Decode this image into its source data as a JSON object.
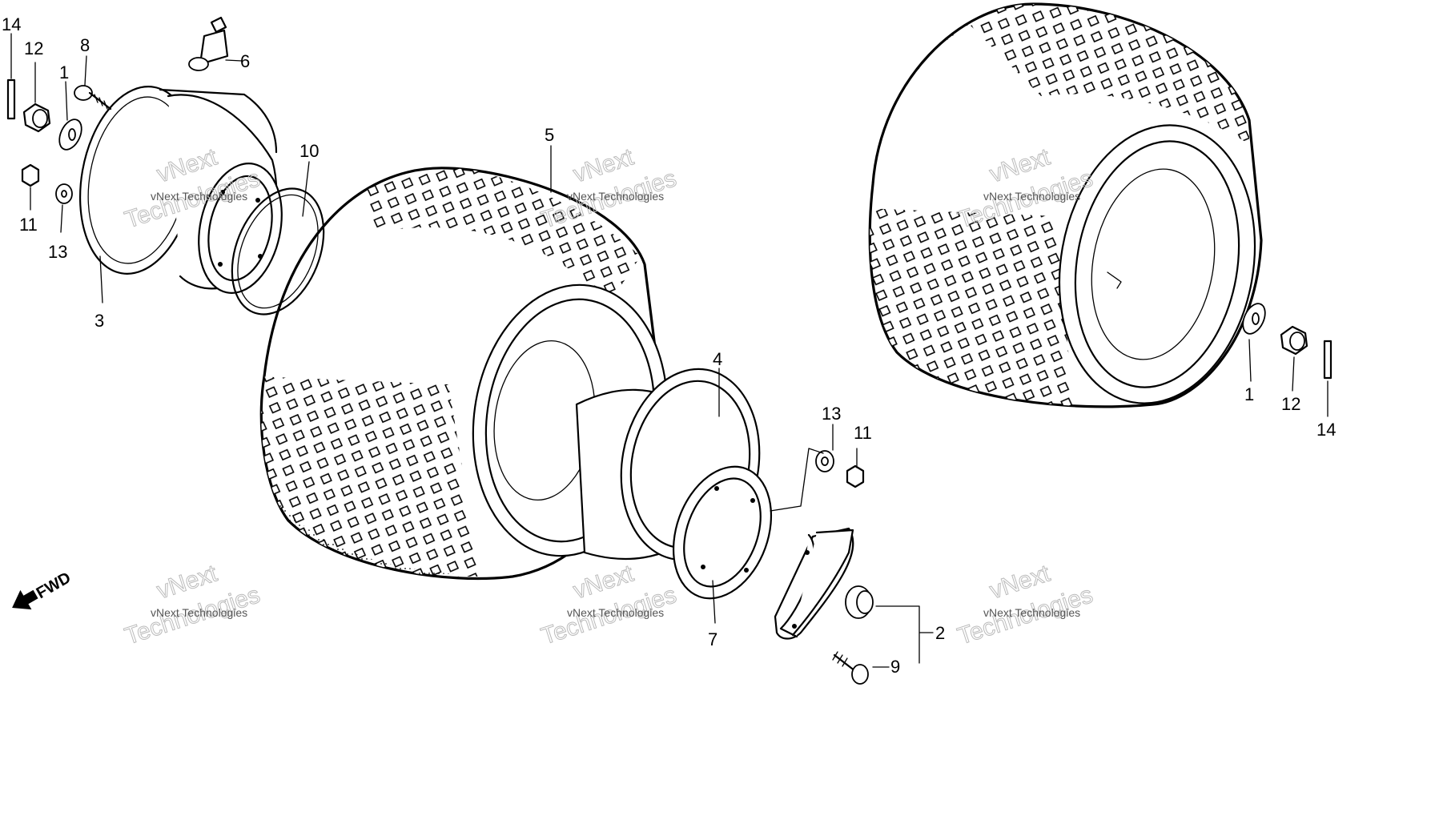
{
  "labels": {
    "p1_left": "1",
    "p1_right": "1",
    "p2": "2",
    "p3": "3",
    "p4": "4",
    "p5": "5",
    "p6": "6",
    "p7": "7",
    "p8": "8",
    "p9": "9",
    "p10": "10",
    "p11_left": "11",
    "p11_mid": "11",
    "p12_left": "12",
    "p12_right": "12",
    "p13_left": "13",
    "p13_mid": "13",
    "p14_left": "14",
    "p14_right": "14"
  },
  "direction": "FWD",
  "watermark": {
    "small": "vNext Technologies",
    "big_line1": "vNext",
    "big_line2": "Technologies"
  }
}
